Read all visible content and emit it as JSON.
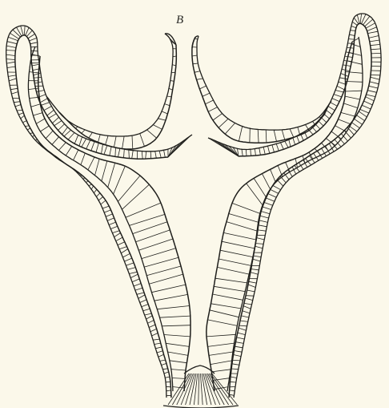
{
  "figure": {
    "label": "B",
    "ink_color": "#1f1f1c",
    "paper_color": "#fbf8ea",
    "parts": [
      {
        "name": "outer-epithelium"
      },
      {
        "name": "inner-epithelium"
      },
      {
        "name": "left-lobe"
      },
      {
        "name": "right-lobe"
      },
      {
        "name": "stalk-base"
      }
    ]
  }
}
